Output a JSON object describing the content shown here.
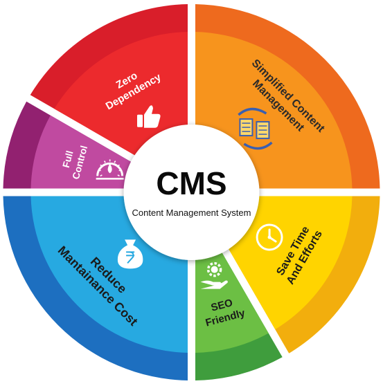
{
  "center": {
    "title": "CMS",
    "subtitle": "Content Management System"
  },
  "segments": [
    {
      "id": "zero-dependency",
      "lines": [
        "Zero",
        "Dependency"
      ],
      "icon": "thumbs-up-icon",
      "outer_color": "#d91e2a",
      "inner_color": "#ec2a2d",
      "text_color": "#ffffff"
    },
    {
      "id": "simplified-content-management",
      "lines": [
        "Simplified Content",
        "Management"
      ],
      "icon": "documents-transfer-icon",
      "outer_color": "#ee6a1e",
      "inner_color": "#f7941d",
      "text_color": "#2a2a2a"
    },
    {
      "id": "save-time-and-efforts",
      "lines": [
        "Save Time",
        "And Efforts"
      ],
      "icon": "clock-icon",
      "outer_color": "#f2ae0d",
      "inner_color": "#ffd400",
      "text_color": "#1a1a1a"
    },
    {
      "id": "seo-friendly",
      "lines": [
        "SEO",
        "Friendly"
      ],
      "icon": "seo-gear-hand-icon",
      "outer_color": "#3f9d3d",
      "inner_color": "#6cbf44",
      "text_color": "#1a1a1a"
    },
    {
      "id": "reduce-maintenance-cost",
      "lines": [
        "Reduce",
        "Mantainance Cost"
      ],
      "icon": "money-bag-icon",
      "outer_color": "#1d6fc0",
      "inner_color": "#27a9e1",
      "text_color": "#1a1a1a"
    },
    {
      "id": "full-control",
      "lines": [
        "Full",
        "Control"
      ],
      "icon": "gauge-icon",
      "outer_color": "#922170",
      "inner_color": "#c04aa0",
      "text_color": "#ffffff"
    }
  ]
}
